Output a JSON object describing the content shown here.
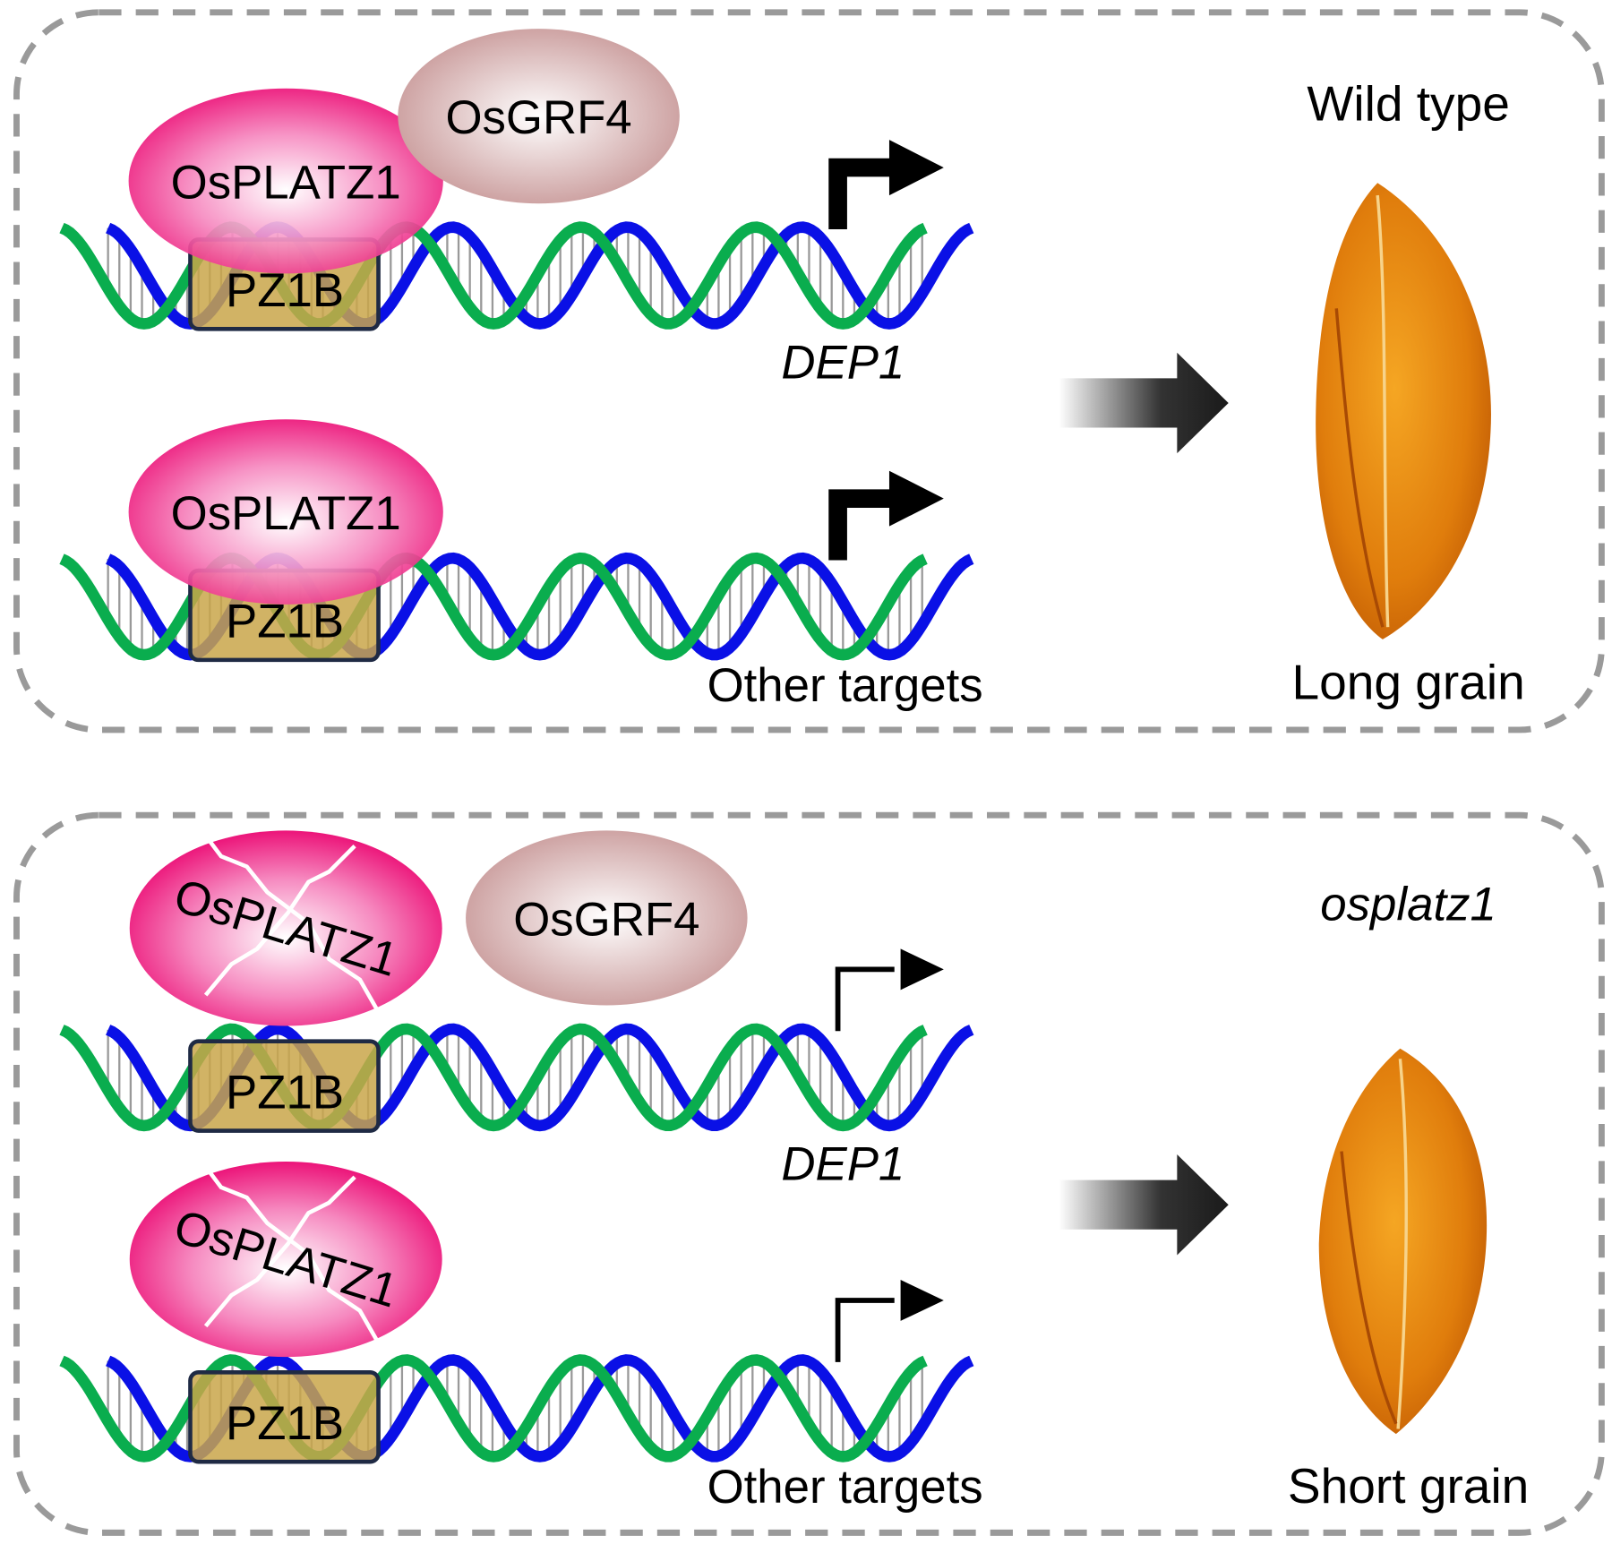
{
  "panels": [
    {
      "genotype": "Wild type",
      "phenotype": "Long grain",
      "rows": [
        {
          "protein": "OsPLATZ1",
          "partner": "OsGRF4",
          "motif": "PZ1B",
          "target": "DEP1"
        },
        {
          "protein": "OsPLATZ1",
          "motif": "PZ1B",
          "target": "Other targets"
        }
      ]
    },
    {
      "genotype": "osplatz1",
      "phenotype": "Short grain",
      "rows": [
        {
          "protein": "OsPLATZ1",
          "partner": "OsGRF4",
          "motif": "PZ1B",
          "target": "DEP1"
        },
        {
          "protein": "OsPLATZ1",
          "motif": "PZ1B",
          "target": "Other targets"
        }
      ]
    }
  ],
  "colors": {
    "strand1": "#0a10e6",
    "strand2": "#0aad4e",
    "osplatz1": "#f0197f",
    "osgrf4": "#c99a9a",
    "pz1b": "#c9a64a",
    "border": "#9a9a9a",
    "grain": "#e88a10"
  }
}
